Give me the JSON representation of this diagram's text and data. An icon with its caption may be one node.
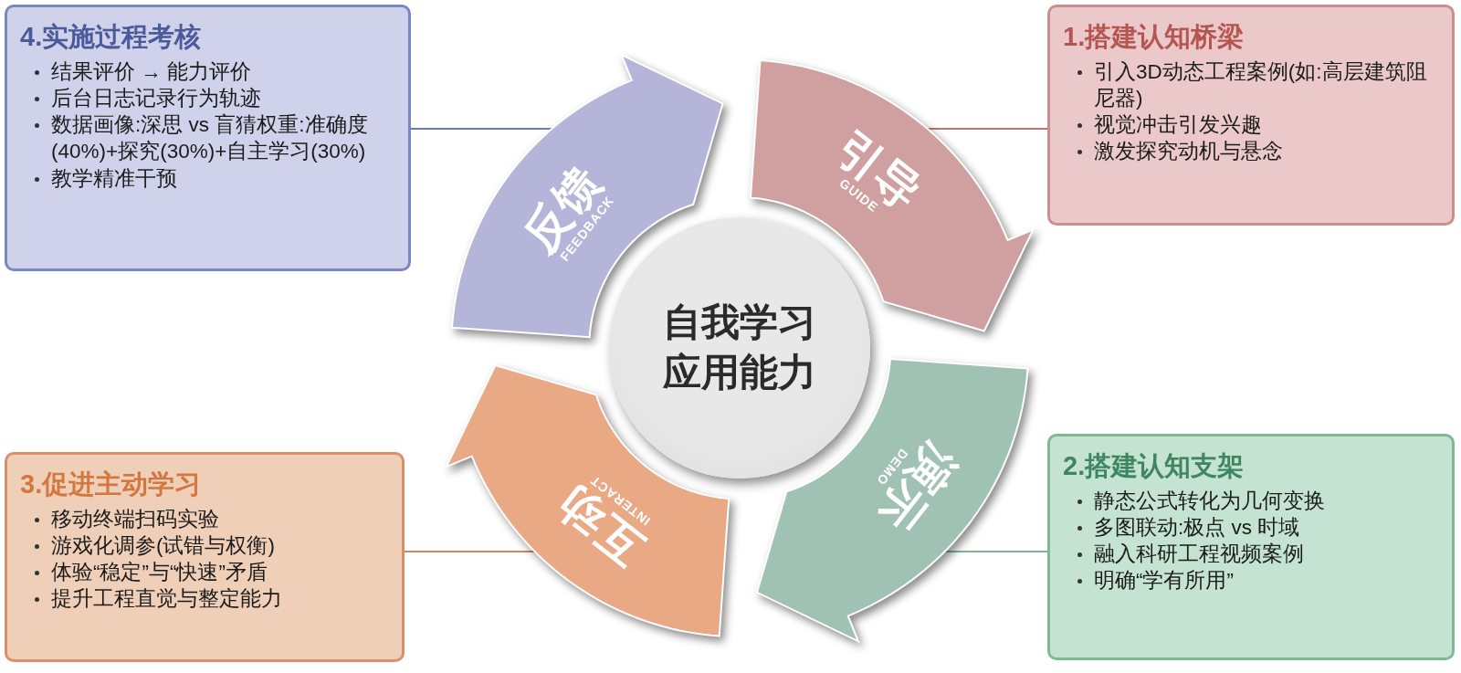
{
  "diagram": {
    "nodes": [
      {
        "text": [
          "自我学习应用能力"
        ]
      },
      {
        "text": [
          "引导",
          "GUIDE"
        ]
      },
      {
        "text": [
          "演示",
          "DEMO"
        ]
      },
      {
        "text": [
          "互动",
          "INTERACT"
        ]
      },
      {
        "text": [
          "反馈",
          "FEEDBACK"
        ]
      },
      {
        "text": [
          "1.搭建认知桥梁",
          "引入3D动态工程案例(如:高层建筑阻尼器)",
          "视觉冲击引发兴趣",
          "激发探究动机与悬念"
        ]
      },
      {
        "text": [
          "2.搭建认知支架",
          "静态公式转化为几何变换",
          "多图联动:极点 vs 时域",
          "融入科研工程视频案例",
          "明确“学有所用”"
        ]
      },
      {
        "text": [
          "3.促进主动学习",
          "移动终端扫码实验",
          "游戏化调参(试错与权衡)",
          "体验“稳定”与“快速”矛盾",
          "提升工程直觉与整定能力"
        ]
      },
      {
        "text": [
          "4.实施过程考核",
          "结果评价 → 能力评价",
          "后台日志记录行为轨迹",
          "数据画像:深思 vs 盲猜权重:准确度(40%)+探究(30%)+自主学习(30%)",
          "教学精准干预"
        ]
      }
    ],
    "edges": [
      {
        "from": 5,
        "to": 1,
        "arrow": "none",
        "color": "#c0756f"
      },
      {
        "from": 6,
        "to": 2,
        "arrow": "none",
        "color": "#7fb893"
      },
      {
        "from": 7,
        "to": 3,
        "arrow": "none",
        "color": "#d08a5d"
      },
      {
        "from": 8,
        "to": 4,
        "arrow": "none",
        "color": "#6f79b5"
      }
    ]
  }
}
